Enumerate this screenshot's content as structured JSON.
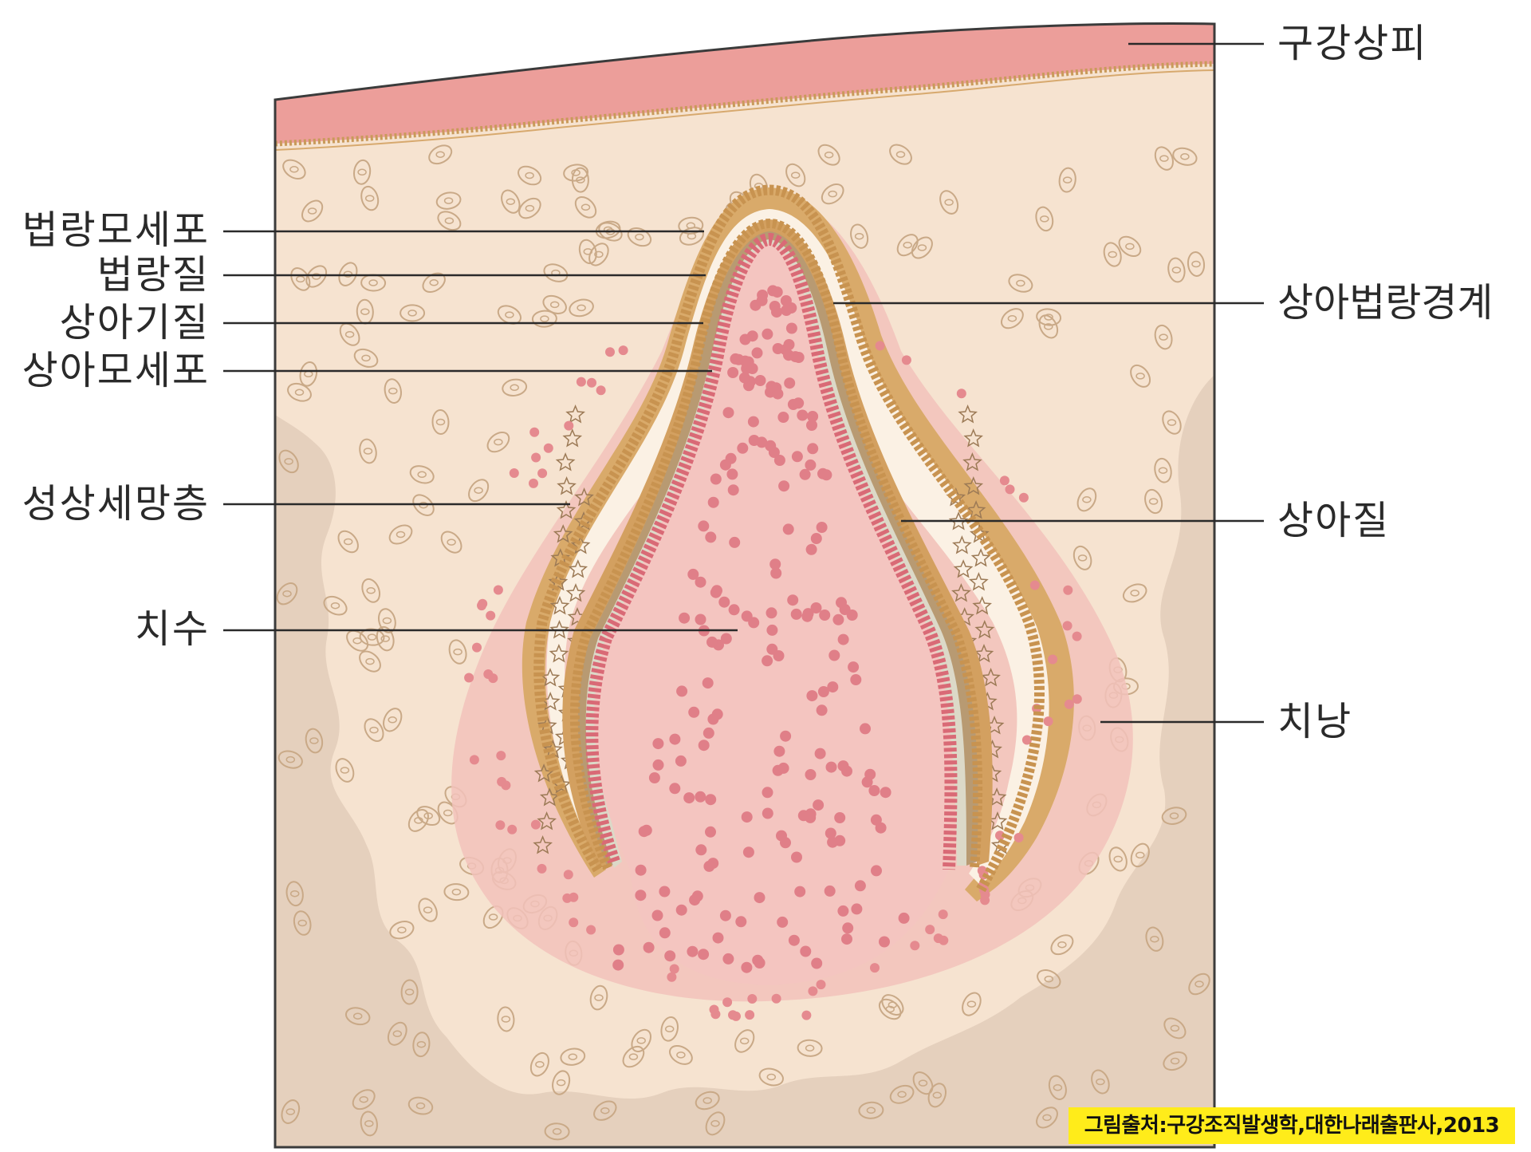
{
  "diagram": {
    "labels": {
      "oral_epithelium": "구강상피",
      "ameloblast": "법랑모세포",
      "enamel": "법랑질",
      "predentin": "상아기질",
      "odontoblast": "상아모세포",
      "stellate_reticulum": "성상세망층",
      "pulp": "치수",
      "dentinoenamel_junction": "상아법랑경계",
      "dentin": "상아질",
      "dental_sac": "치낭"
    },
    "source": "그림출처:구강조직발생학,대한나래출판사,2013"
  },
  "colors": {
    "epithelium": "#ec9e9a",
    "connective_tissue": "#f6e3d0",
    "deep_tissue": "#e5d0bd",
    "enamel_organ_rim": "#d9aa6a",
    "pulp": "#f4c5c0",
    "pulp_dots": "#e07f88",
    "odontoblast": "#d96a76",
    "dentin": "#dcd9c8",
    "credit_bg": "#ffec1a"
  }
}
